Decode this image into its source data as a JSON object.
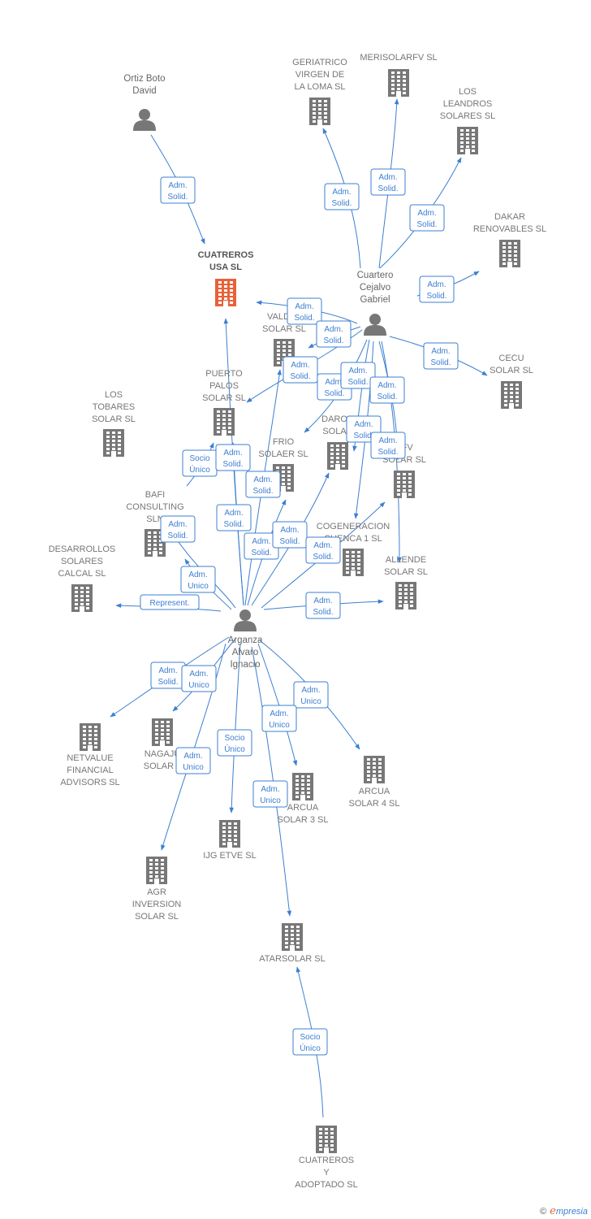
{
  "colors": {
    "edge": "#3c7fd1",
    "building": "#777777",
    "main_building": "#e8623a",
    "person": "#777777"
  },
  "nodes": [
    {
      "id": "ortiz",
      "type": "person",
      "label": [
        "Ortiz Boto",
        "David"
      ]
    },
    {
      "id": "geriatrico",
      "type": "company",
      "label": [
        "GERIATRICO",
        "VIRGEN DE",
        "LA LOMA SL"
      ]
    },
    {
      "id": "merisolar",
      "type": "company",
      "label": [
        "MERISOLARFV SL"
      ]
    },
    {
      "id": "leandros",
      "type": "company",
      "label": [
        "LOS",
        "LEANDROS",
        "SOLARES SL"
      ]
    },
    {
      "id": "dakar",
      "type": "company",
      "label": [
        "DAKAR",
        "RENOVABLES SL"
      ]
    },
    {
      "id": "cuatreros_usa",
      "type": "main",
      "label": [
        "CUATREROS",
        "USA  SL"
      ]
    },
    {
      "id": "cuartero",
      "type": "person",
      "label": [
        "Cuartero",
        "Cejalvo",
        "Gabriel"
      ]
    },
    {
      "id": "valdef",
      "type": "company",
      "label": [
        "VALDEF",
        "SOLAR SL"
      ]
    },
    {
      "id": "cecu",
      "type": "company",
      "label": [
        "CECU",
        "SOLAR SL"
      ]
    },
    {
      "id": "puerto",
      "type": "company",
      "label": [
        "PUERTO",
        "PALOS",
        "SOLAR SL"
      ]
    },
    {
      "id": "tobares",
      "type": "company",
      "label": [
        "LOS",
        "TOBARES",
        "SOLAR SL"
      ]
    },
    {
      "id": "daroc",
      "type": "company",
      "label": [
        "DAROC",
        "SOLAR"
      ]
    },
    {
      "id": "frio",
      "type": "company",
      "label": [
        "FRIO",
        "SOLAER SL"
      ]
    },
    {
      "id": "afv",
      "type": "company",
      "label": [
        "AFV",
        "SOLAR SL"
      ]
    },
    {
      "id": "bafi",
      "type": "company",
      "label": [
        "BAFI",
        "CONSULTING",
        "SLN"
      ]
    },
    {
      "id": "cogeneracion",
      "type": "company",
      "label": [
        "COGENERACION",
        "CUENCA 1 SL"
      ]
    },
    {
      "id": "desarrollos",
      "type": "company",
      "label": [
        "DESARROLLOS",
        "SOLARES",
        "CALCAL SL"
      ]
    },
    {
      "id": "allende",
      "type": "company",
      "label": [
        "ALLENDE",
        "SOLAR SL"
      ]
    },
    {
      "id": "arganza",
      "type": "person",
      "label": [
        "Arganza",
        "Alvaro",
        "Ignacio"
      ]
    },
    {
      "id": "netvalue",
      "type": "company",
      "label": [
        "NETVALUE",
        "FINANCIAL",
        "ADVISORS  SL"
      ]
    },
    {
      "id": "nagaju",
      "type": "company",
      "label": [
        "NAGAJU",
        "SOLAR 2"
      ]
    },
    {
      "id": "arcua4",
      "type": "company",
      "label": [
        "ARCUA",
        "SOLAR 4 SL"
      ]
    },
    {
      "id": "arcua3",
      "type": "company",
      "label": [
        "ARCUA",
        "SOLAR 3 SL"
      ]
    },
    {
      "id": "ijg",
      "type": "company",
      "label": [
        "IJG ETVE SL"
      ]
    },
    {
      "id": "agr",
      "type": "company",
      "label": [
        "AGR",
        "INVERSION",
        "SOLAR SL"
      ]
    },
    {
      "id": "atarsolar",
      "type": "company",
      "label": [
        "ATARSOLAR SL"
      ]
    },
    {
      "id": "cuatreros_adoptado",
      "type": "company",
      "label": [
        "CUATREROS",
        "Y",
        "ADOPTADO  SL"
      ]
    }
  ],
  "relations": [
    {
      "from": "ortiz",
      "to": "cuatreros_usa",
      "label": [
        "Adm.",
        "Solid."
      ]
    },
    {
      "from": "cuartero",
      "to": "geriatrico",
      "label": [
        "Adm.",
        "Solid."
      ]
    },
    {
      "from": "cuartero",
      "to": "merisolar",
      "label": [
        "Adm.",
        "Solid."
      ]
    },
    {
      "from": "cuartero",
      "to": "leandros",
      "label": [
        "Adm.",
        "Solid."
      ]
    },
    {
      "from": "cuartero",
      "to": "dakar",
      "label": [
        "Adm.",
        "Solid."
      ]
    },
    {
      "from": "cuartero",
      "to": "cuatreros_usa",
      "label": [
        "Adm.",
        "Solid."
      ]
    },
    {
      "from": "cuartero",
      "to": "valdef",
      "label": [
        "Adm.",
        "Solid."
      ]
    },
    {
      "from": "cuartero",
      "to": "puerto",
      "label": [
        "Adm.",
        "Solid."
      ]
    },
    {
      "from": "cuartero",
      "to": "cecu",
      "label": [
        "Adm.",
        "Solid."
      ]
    },
    {
      "from": "cuartero",
      "to": "daroc",
      "label": [
        "Adm.",
        "Solid."
      ]
    },
    {
      "from": "cuartero",
      "to": "frio",
      "label": [
        "Adm.",
        "Solid."
      ]
    },
    {
      "from": "cuartero",
      "to": "afv",
      "label": [
        "Adm.",
        "Solid."
      ]
    },
    {
      "from": "cuartero",
      "to": "cogeneracion",
      "label": [
        "Adm.",
        "Solid."
      ]
    },
    {
      "from": "cuartero",
      "to": "allende",
      "label": [
        "Adm.",
        "Solid."
      ]
    },
    {
      "from": "arganza",
      "to": "tobares",
      "label": [
        "Socio",
        "Único"
      ]
    },
    {
      "from": "arganza",
      "to": "puerto",
      "label": [
        "Adm.",
        "Solid."
      ]
    },
    {
      "from": "arganza",
      "to": "cuatreros_usa",
      "label": [
        "Adm.",
        "Solid."
      ]
    },
    {
      "from": "arganza",
      "to": "valdef",
      "label": [
        "Adm.",
        "Solid."
      ]
    },
    {
      "from": "arganza",
      "to": "frio",
      "label": [
        "Adm.",
        "Solid."
      ]
    },
    {
      "from": "arganza",
      "to": "daroc",
      "label": [
        "Adm.",
        "Solid."
      ]
    },
    {
      "from": "arganza",
      "to": "cogeneracion",
      "label": [
        "Adm.",
        "Solid."
      ]
    },
    {
      "from": "arganza",
      "to": "bafi",
      "label": [
        "Adm.",
        "Solid."
      ]
    },
    {
      "from": "arganza",
      "to": "bafi2",
      "label": [
        "Adm.",
        "Unico"
      ]
    },
    {
      "from": "arganza",
      "to": "desarrollos",
      "label": [
        "Represent."
      ]
    },
    {
      "from": "arganza",
      "to": "allende",
      "label": [
        "Adm.",
        "Solid."
      ]
    },
    {
      "from": "arganza",
      "to": "netvalue",
      "label": [
        "Adm.",
        "Solid."
      ]
    },
    {
      "from": "arganza",
      "to": "nagaju",
      "label": [
        "Adm.",
        "Unico"
      ]
    },
    {
      "from": "arganza",
      "to": "arcua4",
      "label": [
        "Adm.",
        "Unico"
      ]
    },
    {
      "from": "arganza",
      "to": "arcua3",
      "label": [
        "Adm.",
        "Unico"
      ]
    },
    {
      "from": "arganza",
      "to": "ijg",
      "label": [
        "Socio",
        "Único"
      ]
    },
    {
      "from": "arganza",
      "to": "agr",
      "label": [
        "Adm.",
        "Unico"
      ]
    },
    {
      "from": "arganza",
      "to": "atarsolar",
      "label": [
        "Adm.",
        "Unico"
      ]
    },
    {
      "from": "cuatreros_adoptado",
      "to": "atarsolar",
      "label": [
        "Socio",
        "Único"
      ]
    }
  ],
  "footer": {
    "copyright": "©",
    "brand_first": "e",
    "brand_rest": "mpresia"
  }
}
